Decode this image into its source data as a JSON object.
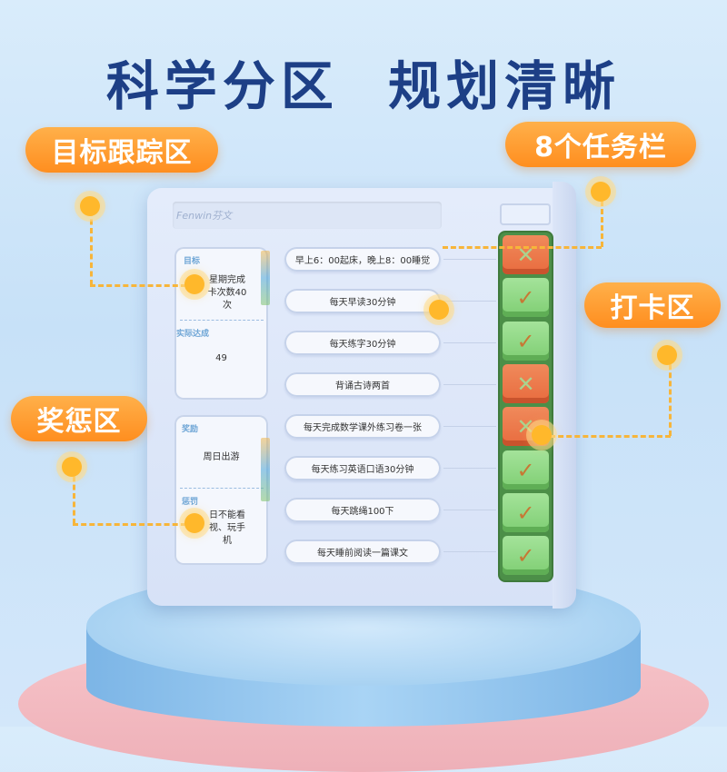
{
  "title": "科学分区  规划清晰",
  "callouts": {
    "goal_zone": "目标跟踪区",
    "task_bar": "8个任务栏",
    "checkin_zone": "打卡区",
    "reward_zone": "奖惩区"
  },
  "board": {
    "brand": "Fenwin芬文",
    "goal_panel": {
      "goal_label": "目标",
      "goal_text": "星期完成\n卡次数40\n次",
      "actual_label": "实际达成",
      "actual_value": "49"
    },
    "reward_panel": {
      "reward_label": "奖励",
      "reward_text": "周日出游",
      "penalty_label": "惩罚",
      "penalty_text": "日不能看\n视、玩手\n机"
    },
    "tasks": [
      "早上6：00起床，晚上8：00睡觉",
      "每天早读30分钟",
      "每天练字30分钟",
      "背诵古诗两首",
      "每天完成数学课外练习卷一张",
      "每天练习英语口语30分钟",
      "每天跳绳100下",
      "每天睡前阅读一篇课文"
    ],
    "checks": [
      "cross",
      "check",
      "check",
      "cross",
      "cross",
      "check",
      "check",
      "check"
    ]
  },
  "colors": {
    "title": "#1d3f86",
    "callout": "#ff9a2a",
    "check_tile": "#8fd883",
    "cross_tile": "#ec7a4a"
  }
}
